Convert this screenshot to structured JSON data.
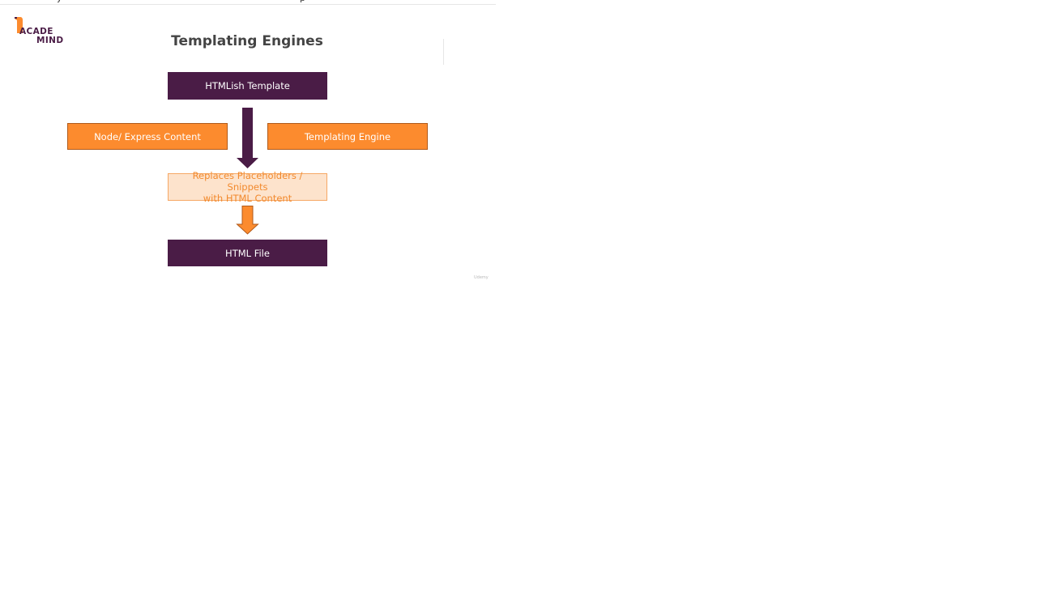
{
  "slide": {
    "title": "Templating Engines",
    "cutoff_text_left": "y",
    "cutoff_text_right": "p"
  },
  "logo": {
    "line1": "ACADE",
    "line2": "MIND",
    "colors": {
      "primary": "#4a1c46",
      "accent": "#fc8b2e"
    }
  },
  "diagram": {
    "template_box": "HTMLish Template",
    "content_box": "Node/ Express Content",
    "engine_box": "Templating Engine",
    "replace_box_line1": "Replaces Placeholders / Snippets",
    "replace_box_line2": "with HTML Content",
    "output_box": "HTML File"
  },
  "colors": {
    "purple": "#4a1c46",
    "orange": "#fc8b2e",
    "light_orange": "#fde3cc",
    "title": "#444444"
  },
  "icons": {
    "down_arrow_main": "down-arrow-icon",
    "down_arrow_small": "down-arrow-icon",
    "logo_mark": "logo-mark-icon"
  },
  "watermark": "Udemy"
}
